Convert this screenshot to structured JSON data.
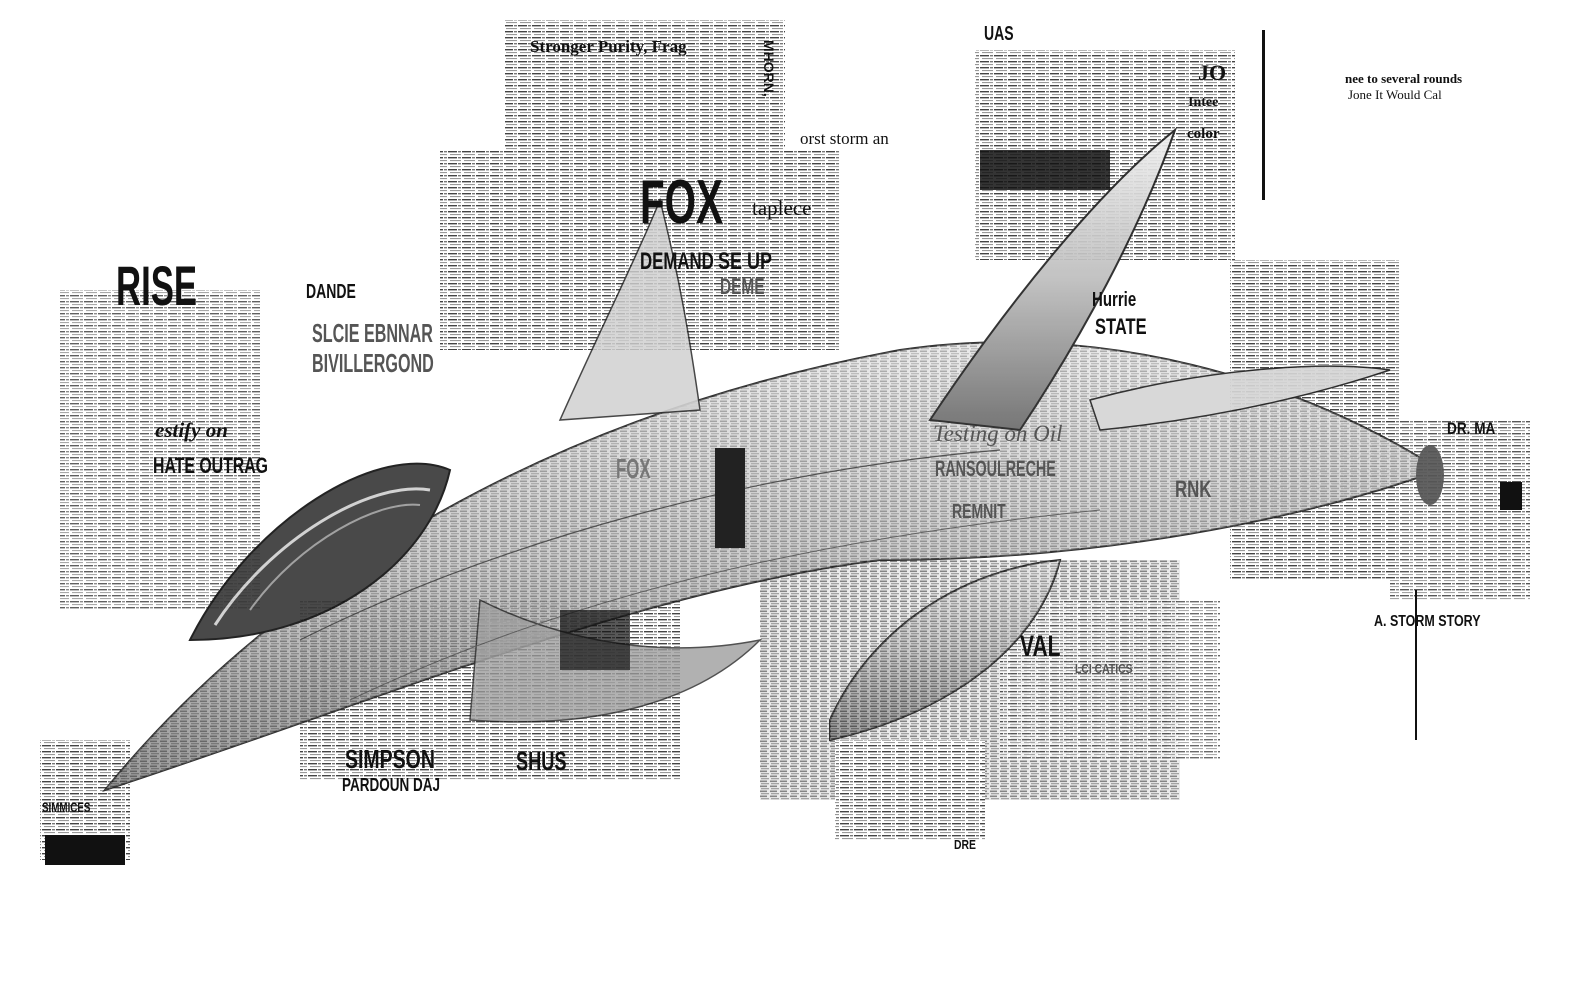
{
  "artwork": {
    "subject": "jet-fighter-newspaper-collage",
    "palette": {
      "ink": "#111111",
      "mid": "#6b6b6b",
      "light": "#bdbdbd",
      "paper": "#ffffff"
    }
  },
  "headlines": {
    "stronger_purity": "Stronger Purity, Frag",
    "fox": "FOX",
    "demand": "DEMAND",
    "se_up": "SE UP",
    "deme": "DEME",
    "staplece": "taplece",
    "rise": "RISE",
    "worst_storm": "orst storm an",
    "jo": "JO",
    "intec": "Intee",
    "color": "color",
    "several_rounds": "nee to several rounds",
    "done_it_would": "Jone It Would Cal",
    "testify": "estify on",
    "hate_outrage": "HATE OUTRAG",
    "testing_on_oil": "Testing on Oil",
    "hurrie": "Hurrie",
    "state": "STATE",
    "dr_ma": "DR. MA",
    "a_storm_story": "A. STORM STORY",
    "simpson": "SIMPSON",
    "pardoun": "PARDOUN DAJ",
    "shus": "SHUS",
    "mhorn": "MHORN,",
    "dandi": "DANDE",
    "slic_ebnnar": "SLCIE EBNNAR",
    "biville": "BIVILLERGOND",
    "fox_remnant": "FOX",
    "rinne": "RANSOULRECHE",
    "remnit": "REMNIT",
    "vali": "VAL",
    "lcatics": "LCI CATICS",
    "simmiges": "SIMMICES",
    "dre": "DRE",
    "rnk": "RNK",
    "uas": "UAS"
  }
}
